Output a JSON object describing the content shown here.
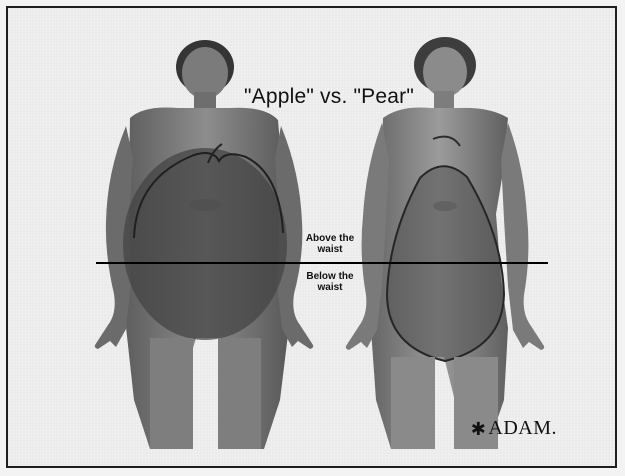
{
  "title": "\"Apple\" vs. \"Pear\"",
  "labels": {
    "above_line1": "Above the",
    "above_line2": "waist",
    "below_line1": "Below the",
    "below_line2": "waist"
  },
  "logo": {
    "text": "ADAM.",
    "mark": "✱"
  },
  "colors": {
    "background": "#eeeeee",
    "border": "#1f1f1f",
    "skin_dark": "#4c4c4c",
    "skin_mid": "#777777",
    "skin_light": "#a8a8a8",
    "waist_line": "#000000",
    "text": "#111111"
  },
  "figures": [
    {
      "name": "apple-body-shape",
      "description": "Apple"
    },
    {
      "name": "pear-body-shape",
      "description": "Pear"
    }
  ]
}
